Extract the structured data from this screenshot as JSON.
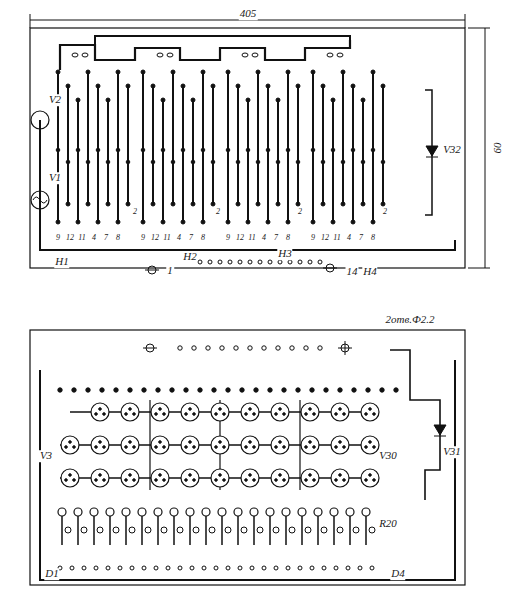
{
  "diagram": {
    "labels": [
      "405",
      "60",
      "V2",
      "V1",
      "V32",
      "9",
      "12",
      "11",
      "4",
      "7",
      "8",
      "9",
      "12",
      "11",
      "4",
      "7",
      "8",
      "9",
      "12",
      "11",
      "4",
      "7",
      "8",
      "9",
      "12",
      "11",
      "4",
      "7",
      "8",
      "2",
      "2",
      "2",
      "2",
      "H1",
      "1",
      "H2",
      "H3",
      "14",
      "H4",
      "2отв.Ф2.2",
      "V3",
      "V30",
      "V31",
      "R20",
      "D1",
      "D4"
    ]
  }
}
